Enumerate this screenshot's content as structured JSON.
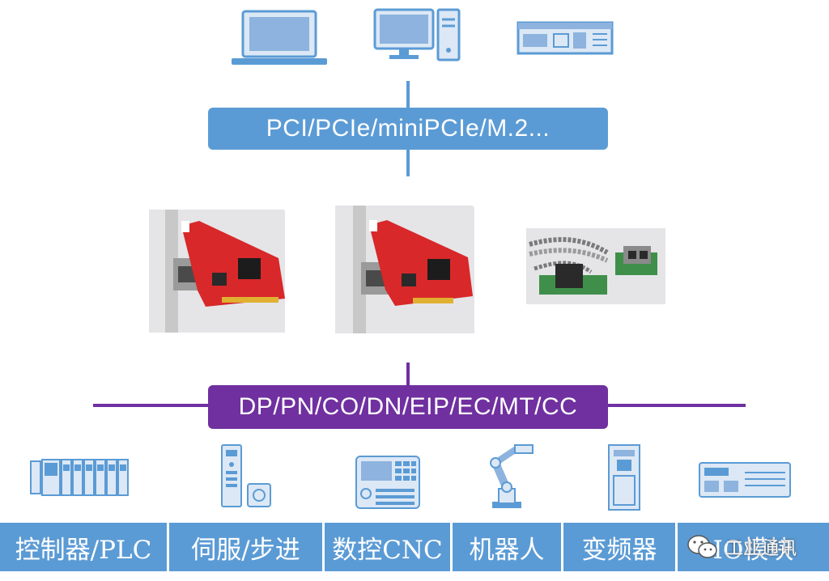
{
  "host_bus_label": "PCI/PCIe/miniPCIe/M.2...",
  "fieldbus_label": "DP/PN/CO/DN/EIP/EC/MT/CC",
  "top_devices": [
    {
      "icon": "laptop-icon"
    },
    {
      "icon": "desktop-pc-icon"
    },
    {
      "icon": "industrial-pc-icon"
    }
  ],
  "cards": [
    {
      "icon": "pci-card-icon"
    },
    {
      "icon": "pcie-card-icon"
    },
    {
      "icon": "mini-pcie-card-icon"
    }
  ],
  "bottom_devices": [
    {
      "label": "控制器/PLC",
      "icon": "plc-icon"
    },
    {
      "label": "伺服/步进",
      "icon": "servo-drive-icon"
    },
    {
      "label": "数控CNC",
      "icon": "cnc-panel-icon"
    },
    {
      "label": "机器人",
      "icon": "robot-arm-icon"
    },
    {
      "label": "变频器",
      "icon": "inverter-icon"
    },
    {
      "label": "IO模块",
      "icon": "io-module-icon"
    }
  ],
  "watermark": {
    "text": "工业通讯",
    "icon": "wechat-icon"
  },
  "colors": {
    "blue": "#5b9bd5",
    "purple": "#7030a0"
  }
}
